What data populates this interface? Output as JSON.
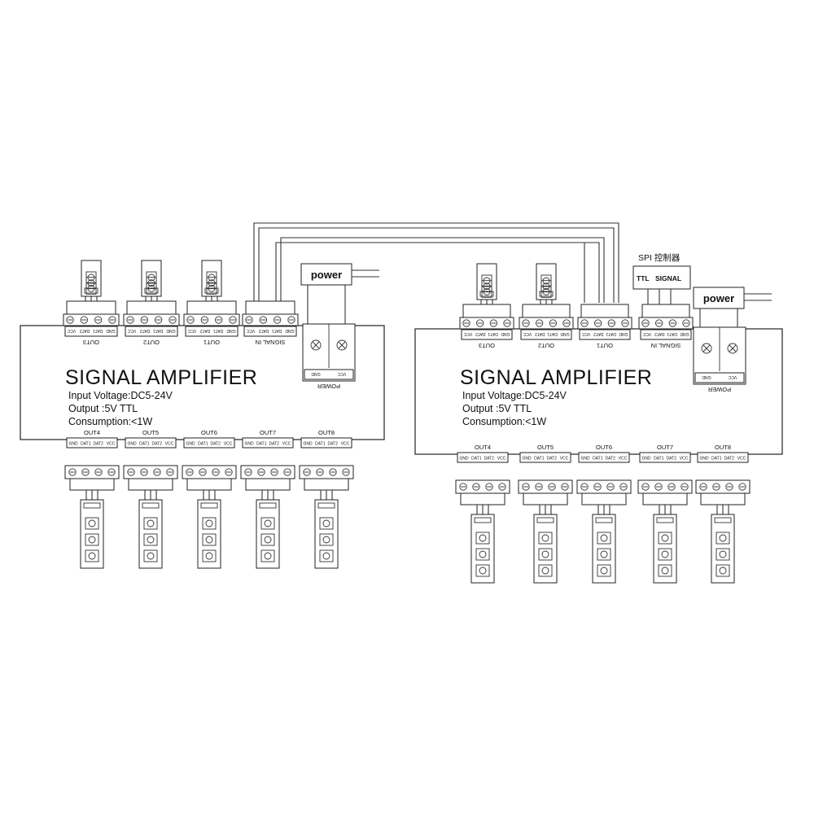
{
  "units": [
    {
      "title": "SIGNAL AMPLIFIER",
      "specs": [
        "Input Voltage:DC5-24V",
        "Output :5V  TTL",
        "Consumption:<1W"
      ],
      "top_terminals": [
        {
          "label": "OUT3",
          "pins": [
            "GND",
            "DAT1",
            "DAT2",
            "VCC"
          ]
        },
        {
          "label": "OUT2",
          "pins": [
            "GND",
            "DAT1",
            "DAT2",
            "VCC"
          ]
        },
        {
          "label": "OUT1",
          "pins": [
            "GND",
            "DAT1",
            "DAT2",
            "VCC"
          ]
        },
        {
          "label": "SIGNAL IN",
          "pins": [
            "GND",
            "DAT1",
            "DAT2",
            "VCC"
          ]
        }
      ],
      "bottom_terminals": [
        {
          "label": "OUT4",
          "pins": [
            "GND",
            "DAT1",
            "DAT2",
            "VCC"
          ]
        },
        {
          "label": "OUT5",
          "pins": [
            "GND",
            "DAT1",
            "DAT2",
            "VCC"
          ]
        },
        {
          "label": "OUT6",
          "pins": [
            "GND",
            "DAT1",
            "DAT2",
            "VCC"
          ]
        },
        {
          "label": "OUT7",
          "pins": [
            "GND",
            "DAT1",
            "DAT2",
            "VCC"
          ]
        },
        {
          "label": "OUT8",
          "pins": [
            "GND",
            "DAT1",
            "DAT2",
            "VCC"
          ]
        }
      ],
      "power_block": {
        "label": "POWER",
        "terminals": [
          "GND",
          "VCC"
        ],
        "plug": "power"
      }
    },
    {
      "title": "SIGNAL AMPLIFIER",
      "specs": [
        "Input Voltage:DC5-24V",
        "Output :5V  TTL",
        "Consumption:<1W"
      ],
      "top_terminals": [
        {
          "label": "OUT3",
          "pins": [
            "GND",
            "DAT1",
            "DAT2",
            "VCC"
          ]
        },
        {
          "label": "OUT2",
          "pins": [
            "GND",
            "DAT1",
            "DAT2",
            "VCC"
          ]
        },
        {
          "label": "OUT1",
          "pins": [
            "GND",
            "DAT1",
            "DAT2",
            "VCC"
          ]
        },
        {
          "label": "SIGNAL IN",
          "pins": [
            "GND",
            "DAT1",
            "DAT2",
            "VCC"
          ]
        }
      ],
      "bottom_terminals": [
        {
          "label": "OUT4",
          "pins": [
            "GND",
            "DAT1",
            "DAT2",
            "VCC"
          ]
        },
        {
          "label": "OUT5",
          "pins": [
            "GND",
            "DAT1",
            "DAT2",
            "VCC"
          ]
        },
        {
          "label": "OUT6",
          "pins": [
            "GND",
            "DAT1",
            "DAT2",
            "VCC"
          ]
        },
        {
          "label": "OUT7",
          "pins": [
            "GND",
            "DAT1",
            "DAT2",
            "VCC"
          ]
        },
        {
          "label": "OUT8",
          "pins": [
            "GND",
            "DAT1",
            "DAT2",
            "VCC"
          ]
        }
      ],
      "power_block": {
        "label": "POWER",
        "terminals": [
          "GND",
          "VCC"
        ],
        "plug": "power"
      }
    }
  ],
  "controller": {
    "title": "SPI 控制器",
    "labels": [
      "TTL",
      "SIGNAL"
    ]
  },
  "colors": {
    "line": "#222222",
    "background": "#ffffff"
  }
}
